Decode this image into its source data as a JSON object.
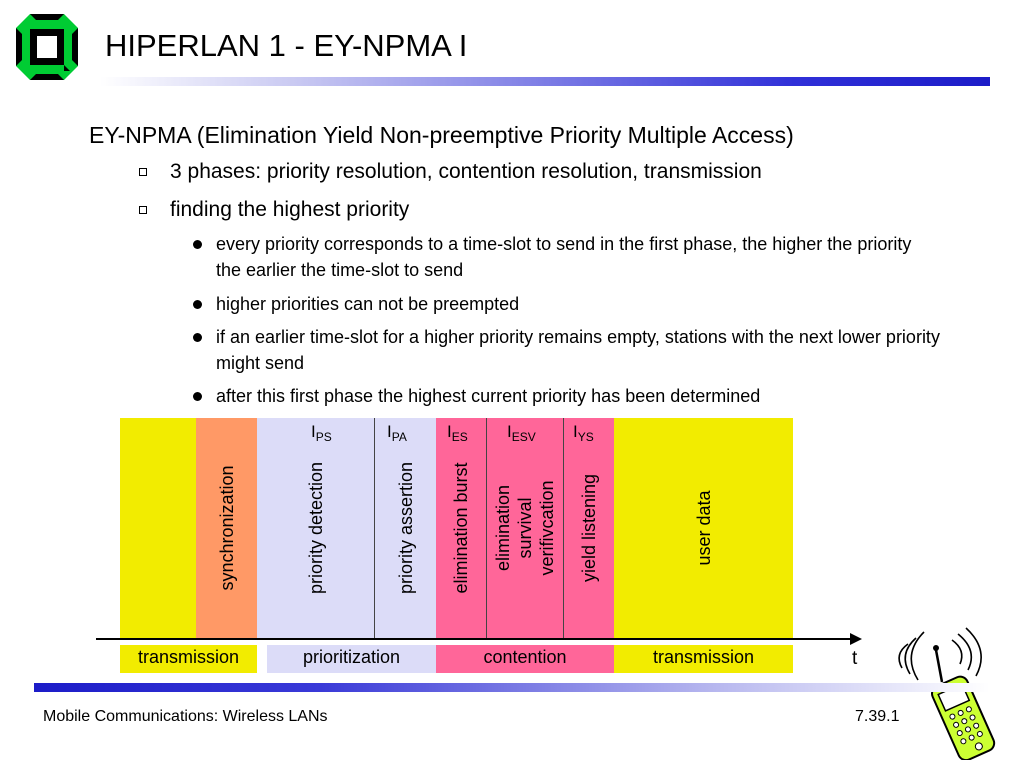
{
  "header": {
    "title": "HIPERLAN 1 - EY-NPMA I"
  },
  "content": {
    "main": "EY-NPMA (Elimination Yield Non-preemptive Priority Multiple Access)",
    "sub1": "3 phases: priority resolution, contention resolution, transmission",
    "sub2": "finding the highest priority",
    "bullets": [
      "every priority corresponds to a time-slot to send in the first phase, the higher the priority the earlier the time-slot to send",
      "higher priorities can not be preempted",
      "if an earlier time-slot for a higher priority remains empty, stations with the next lower priority might send",
      "after this first phase the highest current priority has been determined"
    ]
  },
  "diagram": {
    "colors": {
      "transmission": "#f2ec00",
      "synchronization": "#ff9966",
      "prioritization": "#dcdcf8",
      "contention": "#ff6699"
    },
    "bands": [
      {
        "id": "sync",
        "label": "synchronization"
      },
      {
        "id": "pd",
        "label": "priority detection"
      },
      {
        "id": "pa",
        "label": "priority assertion"
      },
      {
        "id": "eb",
        "label": "elimination burst"
      },
      {
        "id": "esv",
        "label": "elimination survival verifivcation"
      },
      {
        "id": "yl",
        "label": "yield listening"
      },
      {
        "id": "ud",
        "label": "user data"
      }
    ],
    "timings": [
      {
        "main": "I",
        "sub": "PS"
      },
      {
        "main": "I",
        "sub": "PA"
      },
      {
        "main": "I",
        "sub": "ES"
      },
      {
        "main": "I",
        "sub": "ESV"
      },
      {
        "main": "I",
        "sub": "YS"
      }
    ],
    "phases": [
      "transmission",
      "prioritization",
      "contention",
      "transmission"
    ],
    "axis_label": "t"
  },
  "footer": {
    "left": "Mobile Communications: Wireless LANs",
    "right": "7.39.1"
  }
}
